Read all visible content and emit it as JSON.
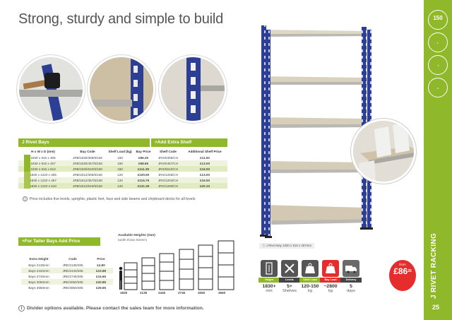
{
  "title": "Strong, sturdy and simple to build",
  "main_table": {
    "header": "J Rivet Bays",
    "extra_header": "+Add Extra Shelf",
    "columns": [
      "H x W x D (mm)",
      "Bay Code",
      "Shelf Load (kg)",
      "Bay Price",
      "Shelf Code",
      "Additional Shelf Price"
    ],
    "rows": [
      [
        "1830 x 915 x 305",
        "JRB/1830/305/5/150",
        "150",
        "£86.25",
        "JRS/0305/CH",
        "£11.00"
      ],
      [
        "1830 x 915 x 457",
        "JRB/1830/457/5/150",
        "150",
        "£98.65",
        "JRS/0457/CH",
        "£13.00"
      ],
      [
        "1830 x 915 x 610",
        "JRB/1830/610/5/150",
        "150",
        "£111.35",
        "JRS/0610/CH",
        "£16.00"
      ],
      [
        "1830 x 1220 x 305",
        "JRB/1812/305/5/150",
        "120",
        "£100.90",
        "JRS/1205/CH",
        "£13.00"
      ],
      [
        "1830 x 1220 x 457",
        "JRB/1812/457/5/150",
        "120",
        "£115.75",
        "JRS/1204/CH",
        "£16.00"
      ],
      [
        "1830 x 1220 x 610",
        "JRB/1812/610/5/150",
        "120",
        "£131.35",
        "JRS/1206/CH",
        "£20.10"
      ]
    ],
    "note": "Price includes five levels, uprights, plastic feet, face and side beams and chipboard decks for all levels"
  },
  "taller": {
    "header": "+For Taller Bays Add Price",
    "available_title": "Available Heights (mm)",
    "available_sub": "(width shown 915mm)",
    "columns": [
      "Extra Height",
      "Code",
      "Price"
    ],
    "rows": [
      [
        "Bays 2135mm",
        "JRE/2135/305",
        "£4.80"
      ],
      [
        "Bays 2440mm",
        "JRE/2440/305",
        "£10.88"
      ],
      [
        "Bays 2745mm",
        "JRE/2745/305",
        "£15.65"
      ],
      [
        "Bays 3050mm",
        "JRE/3050/305",
        "£20.85"
      ],
      [
        "Bays 3660mm",
        "JRE/3660/305",
        "£29.65"
      ]
    ],
    "height_labels": [
      "1830",
      "2135",
      "2440",
      "2745",
      "3050",
      "3660"
    ]
  },
  "caption": "J Rivet Bay 1830 x 915 x 457mm",
  "specs": [
    {
      "caption": "Height",
      "value": "1830+",
      "unit": "mm"
    },
    {
      "caption": "Levels",
      "value": "5+",
      "unit": "Shelves"
    },
    {
      "caption": "Shelf Load",
      "value": "120-150",
      "unit": "kg"
    },
    {
      "caption": "Bay Load",
      "value": "~2800",
      "unit": "kg"
    },
    {
      "caption": "Delivery",
      "value": "5",
      "unit": "days"
    }
  ],
  "price": {
    "from": "from",
    "amount": "£86",
    "pence": "25"
  },
  "divider_note": "Divider options available. Please contact the sales team for more information.",
  "sidebar": {
    "badge_number": "150",
    "title": "J RIVET RACKING",
    "page_number": "25"
  },
  "colors": {
    "accent": "#8fb82a",
    "upright": "#2c3f94",
    "price": "#e52d2d"
  }
}
